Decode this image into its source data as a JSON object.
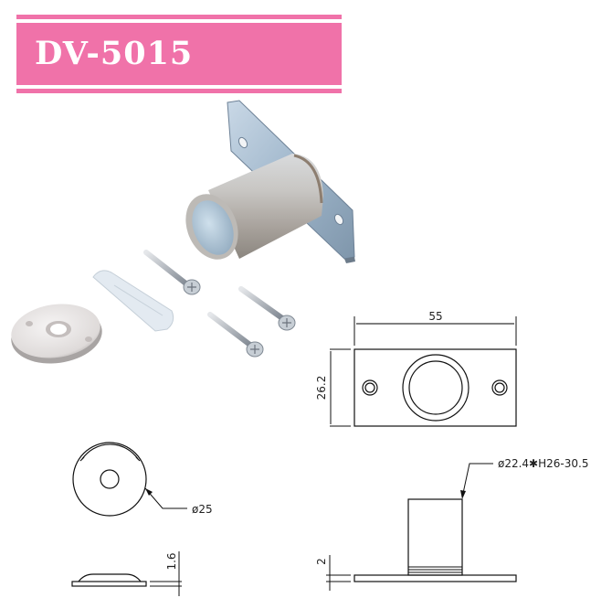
{
  "header": {
    "title": "DV-5015",
    "color": "#f072a9",
    "text_color": "#ffffff"
  },
  "product_photo": {
    "parts": [
      "magnet-latch-body",
      "wall-plug",
      "screw",
      "screw",
      "screw",
      "strike-plate"
    ]
  },
  "drawings": {
    "top_view": {
      "width_label": "55",
      "height_label": "26.2"
    },
    "strike_plate": {
      "diameter_label": "ø25",
      "thickness_label": "1.6"
    },
    "side_view": {
      "cylinder_label": "ø22.4✱H26-30.5",
      "base_label": "2"
    }
  }
}
